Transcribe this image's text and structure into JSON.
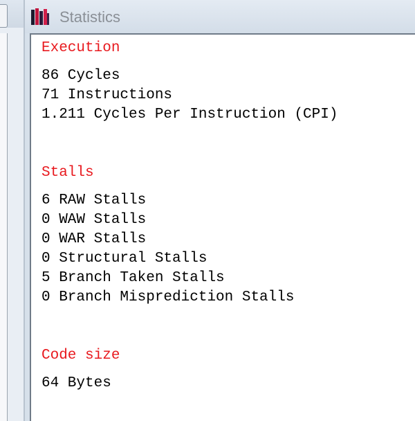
{
  "window": {
    "title": "Statistics"
  },
  "colors": {
    "heading": "#e8191e",
    "text": "#000000"
  },
  "execution": {
    "heading": "Execution",
    "lines": [
      "86 Cycles",
      "71 Instructions",
      "1.211 Cycles Per Instruction (CPI)"
    ]
  },
  "stalls": {
    "heading": "Stalls",
    "lines": [
      "6 RAW Stalls",
      "0 WAW Stalls",
      "0 WAR Stalls",
      "0 Structural Stalls",
      "5 Branch Taken Stalls",
      "0 Branch Misprediction Stalls"
    ]
  },
  "code_size": {
    "heading": "Code size",
    "lines": [
      "64 Bytes"
    ]
  }
}
